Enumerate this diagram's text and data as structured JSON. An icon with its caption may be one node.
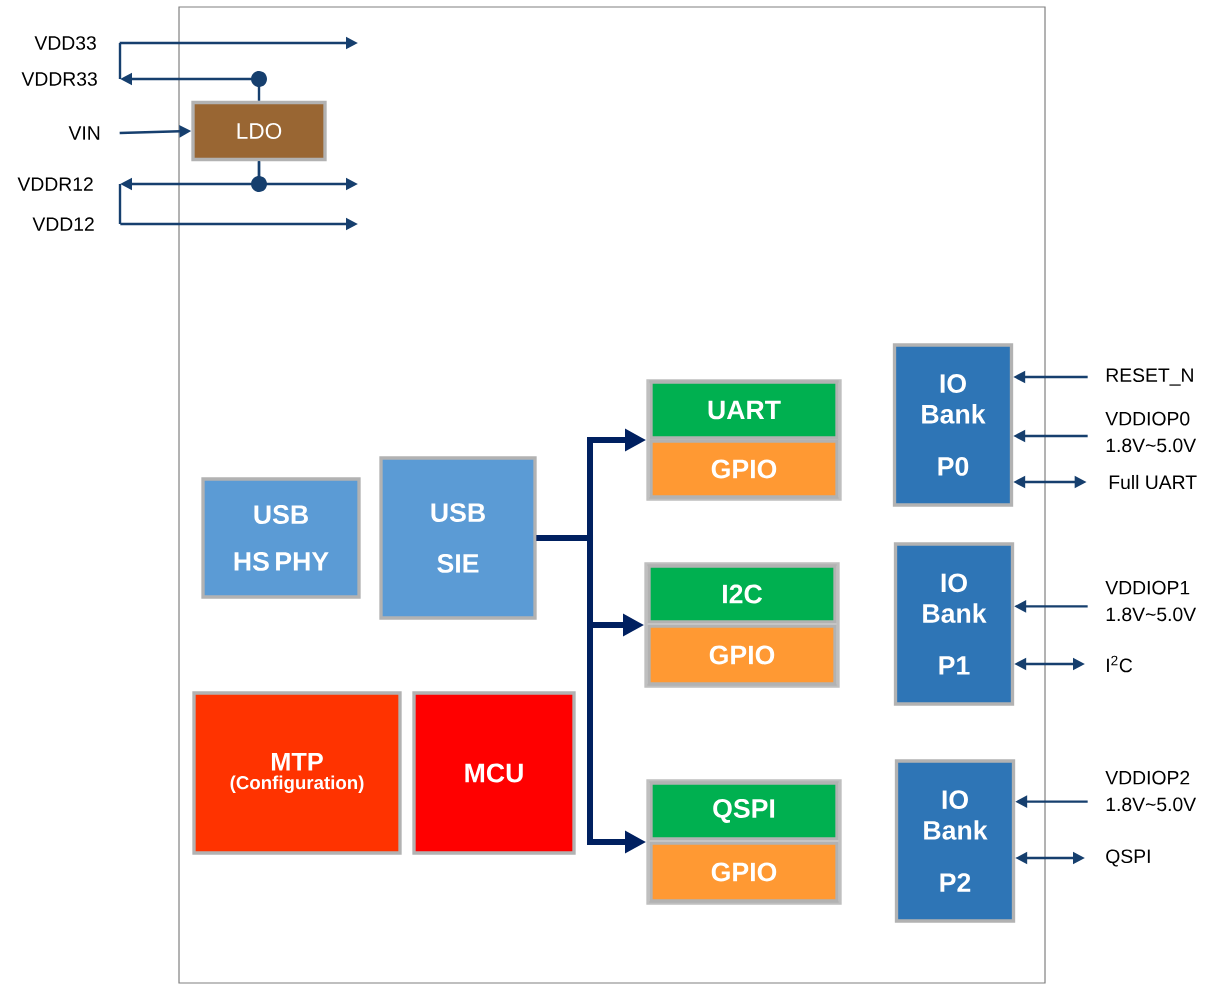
{
  "diagram": {
    "nodes": [
      {
        "text": [],
        "shape": "box"
      },
      {
        "text": [
          "VDD33"
        ]
      },
      {
        "text": [
          "VDDR33"
        ]
      },
      {
        "text": [
          "VIN"
        ]
      },
      {
        "text": [
          "LDO"
        ],
        "in": 0
      },
      {
        "text": [
          "VDDR12"
        ]
      },
      {
        "text": [
          "VDD12"
        ]
      },
      {
        "text": [
          "USB",
          "HS PHY"
        ],
        "in": 0
      },
      {
        "text": [
          "USB",
          "SIE"
        ],
        "in": 0
      },
      {
        "text": [
          "MTP",
          "(Configuration)"
        ],
        "in": 0
      },
      {
        "text": [
          "MCU"
        ],
        "in": 0
      },
      {
        "text": [],
        "shape": "box",
        "in": 0
      },
      {
        "text": [
          "UART"
        ],
        "in": 11
      },
      {
        "text": [
          "GPIO"
        ],
        "in": 11
      },
      {
        "text": [],
        "shape": "box",
        "in": 0
      },
      {
        "text": [
          "I2C"
        ],
        "in": 14
      },
      {
        "text": [
          "GPIO"
        ],
        "in": 14
      },
      {
        "text": [],
        "shape": "box",
        "in": 0
      },
      {
        "text": [
          "QSPI"
        ],
        "in": 17
      },
      {
        "text": [
          "GPIO"
        ],
        "in": 17
      },
      {
        "text": [
          "IO Bank",
          "P0"
        ],
        "in": 0
      },
      {
        "text": [
          "IO Bank",
          "P1"
        ],
        "in": 0
      },
      {
        "text": [
          "IO Bank",
          "P2"
        ],
        "in": 0
      },
      {
        "text": [
          "RESET_N"
        ]
      },
      {
        "text": [
          "VDDIOP0 1.8V~5.0V"
        ]
      },
      {
        "text": [
          "Full UART"
        ]
      },
      {
        "text": [
          "VDDIOP1 1.8V~5.0V"
        ]
      },
      {
        "text": [
          "I$^{2}$C"
        ]
      },
      {
        "text": [
          "VDDIOP2 1.8V~5.0V"
        ]
      },
      {
        "text": [
          "QSPI"
        ]
      }
    ],
    "edges": [
      {
        "from": 3,
        "to": 4,
        "arrow": "to"
      },
      {
        "from": 4,
        "to": 2,
        "arrow": "to"
      },
      {
        "from": 1,
        "to": null,
        "arrow": "to"
      },
      {
        "from": 4,
        "to": 5,
        "arrow": "to"
      },
      {
        "from": 4,
        "to": null,
        "arrow": "to"
      },
      {
        "from": 6,
        "to": null,
        "arrow": "to"
      },
      {
        "from": 8,
        "to": 11,
        "arrow": "to",
        "style": "thick",
        "color": "#002060"
      },
      {
        "from": 8,
        "to": 14,
        "arrow": "to",
        "style": "thick",
        "color": "#002060"
      },
      {
        "from": 8,
        "to": 17,
        "arrow": "to",
        "style": "thick",
        "color": "#002060"
      },
      {
        "from": 23,
        "to": 20,
        "arrow": "to"
      },
      {
        "from": 24,
        "to": 20,
        "arrow": "to"
      },
      {
        "from": 20,
        "to": 25,
        "arrow": "both"
      },
      {
        "from": 26,
        "to": 21,
        "arrow": "to"
      },
      {
        "from": 21,
        "to": 27,
        "arrow": "both"
      },
      {
        "from": 28,
        "to": 22,
        "arrow": "to"
      },
      {
        "from": 22,
        "to": 29,
        "arrow": "both"
      }
    ]
  }
}
